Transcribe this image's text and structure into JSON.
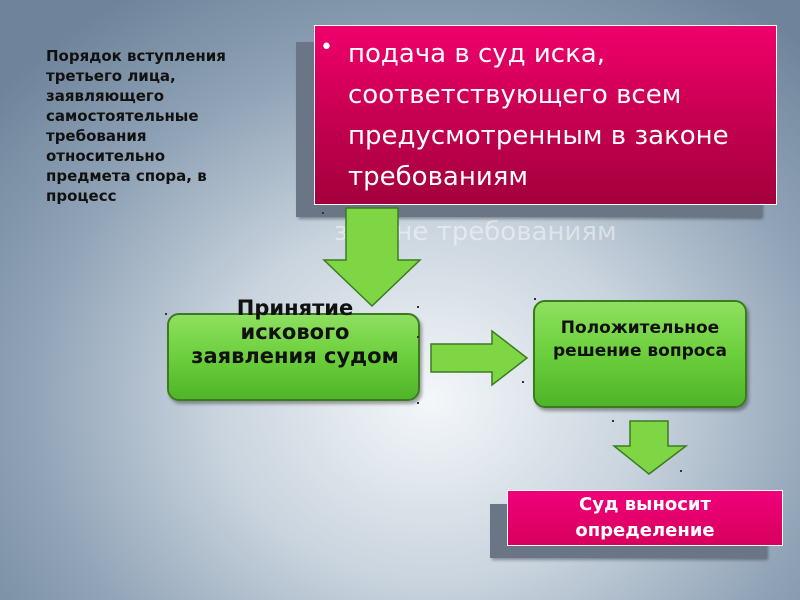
{
  "caption": {
    "lines": [
      "Порядок вступления",
      "третьего лица,",
      "заявляющего",
      "самостоятельные",
      "требования",
      "относительно",
      "предмета спора, в",
      "процесс"
    ]
  },
  "top_box": {
    "bullet": "•",
    "text": "подача в суд иска, соответствующего всем предусмотренным в законе требованиям",
    "ghost_text": "законе требованиям"
  },
  "step1": {
    "text": "Принятие искового заявления судом"
  },
  "step2": {
    "text": "Положительное решение вопроса"
  },
  "result": {
    "text": "Суд выносит определение"
  },
  "colors": {
    "pink": "#e8006a",
    "green": "#6ccf3c",
    "arrow_green": "#7fd645"
  }
}
